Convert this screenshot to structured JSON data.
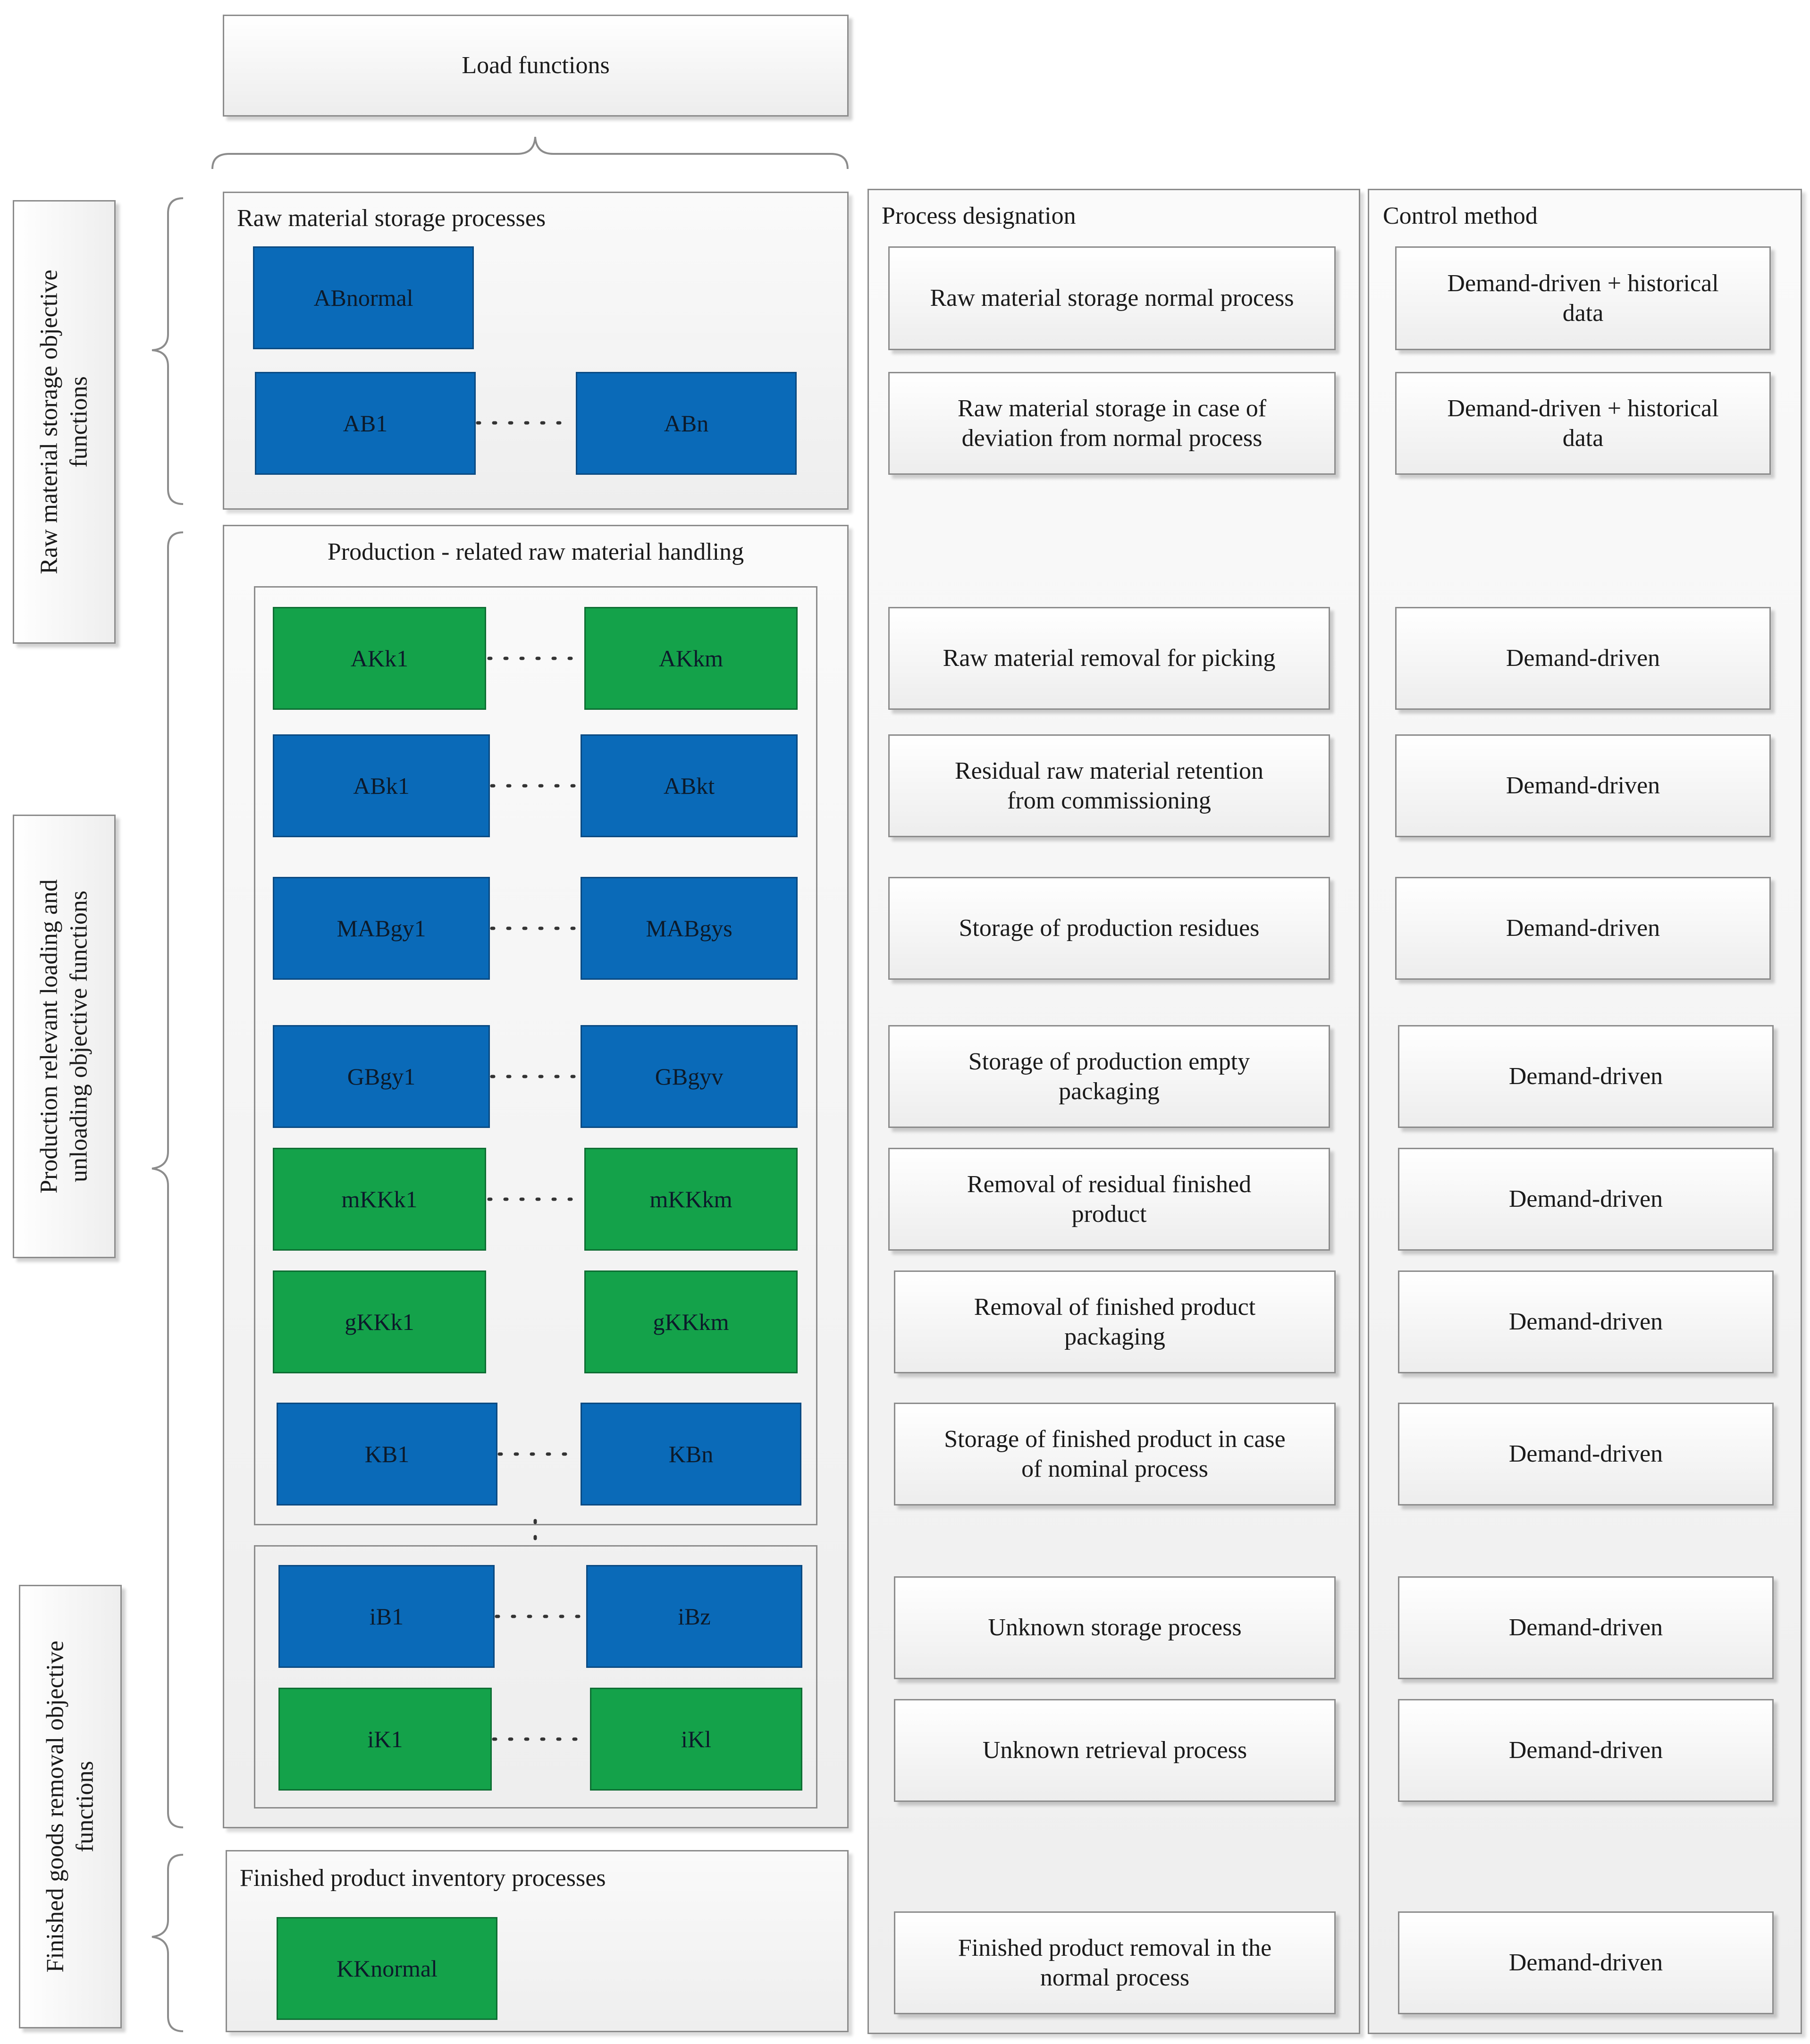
{
  "header": {
    "load_functions": "Load functions"
  },
  "left_labels": {
    "raw_material": [
      "Raw material storage objective",
      "functions"
    ],
    "production": [
      "Production relevant loading and",
      "unloading objective functions"
    ],
    "finished": [
      "Finished goods removal objective",
      "functions"
    ]
  },
  "panels": {
    "raw_material": "Raw material storage processes",
    "production": "Production - related raw material handling",
    "finished": "Finished product inventory processes",
    "process_designation": "Process designation",
    "control_method": "Control method"
  },
  "nodes": {
    "abnormal": "ABnormal",
    "ab1": "AB1",
    "abn": "ABn",
    "akk1": "AKk1",
    "akkm": "AKkm",
    "abk1": "ABk1",
    "abkt": "ABkt",
    "mabgy1": "MABgy1",
    "mabgys": "MABgys",
    "gbgy1": "GBgy1",
    "gbgyv": "GBgyv",
    "mkkk1": "mKKk1",
    "mkkkm": "mKKkm",
    "gkkk1": "gKKk1",
    "gkkkm": "gKKkm",
    "kb1": "KB1",
    "kbn": "KBn",
    "ib1": "iB1",
    "ibz": "iBz",
    "ik1": "iK1",
    "ikl": "iKl",
    "kknormal": "KKnormal"
  },
  "processes": [
    [
      "Raw material storage normal process"
    ],
    [
      "Raw material storage in case of",
      "deviation from normal process"
    ],
    [
      "Raw material removal for picking"
    ],
    [
      "Residual raw material retention",
      "from commissioning"
    ],
    [
      "Storage of production residues"
    ],
    [
      "Storage of production empty",
      "packaging"
    ],
    [
      "Removal of residual finished",
      "product"
    ],
    [
      "Removal of finished product",
      "packaging"
    ],
    [
      "Storage of finished product in case",
      "of nominal process"
    ],
    [
      "Unknown storage process"
    ],
    [
      "Unknown retrieval process"
    ],
    [
      "Finished product removal in the",
      "normal process"
    ]
  ],
  "controls": [
    [
      "Demand-driven + historical",
      "data"
    ],
    [
      "Demand-driven + historical",
      "data"
    ],
    [
      "Demand-driven"
    ],
    [
      "Demand-driven"
    ],
    [
      "Demand-driven"
    ],
    [
      "Demand-driven"
    ],
    [
      "Demand-driven"
    ],
    [
      "Demand-driven"
    ],
    [
      "Demand-driven"
    ],
    [
      "Demand-driven"
    ],
    [
      "Demand-driven"
    ],
    [
      "Demand-driven"
    ]
  ],
  "colors": {
    "blue_node": "#0a6ab8",
    "green_node": "#14a24a",
    "border": "#8c8c8c"
  }
}
